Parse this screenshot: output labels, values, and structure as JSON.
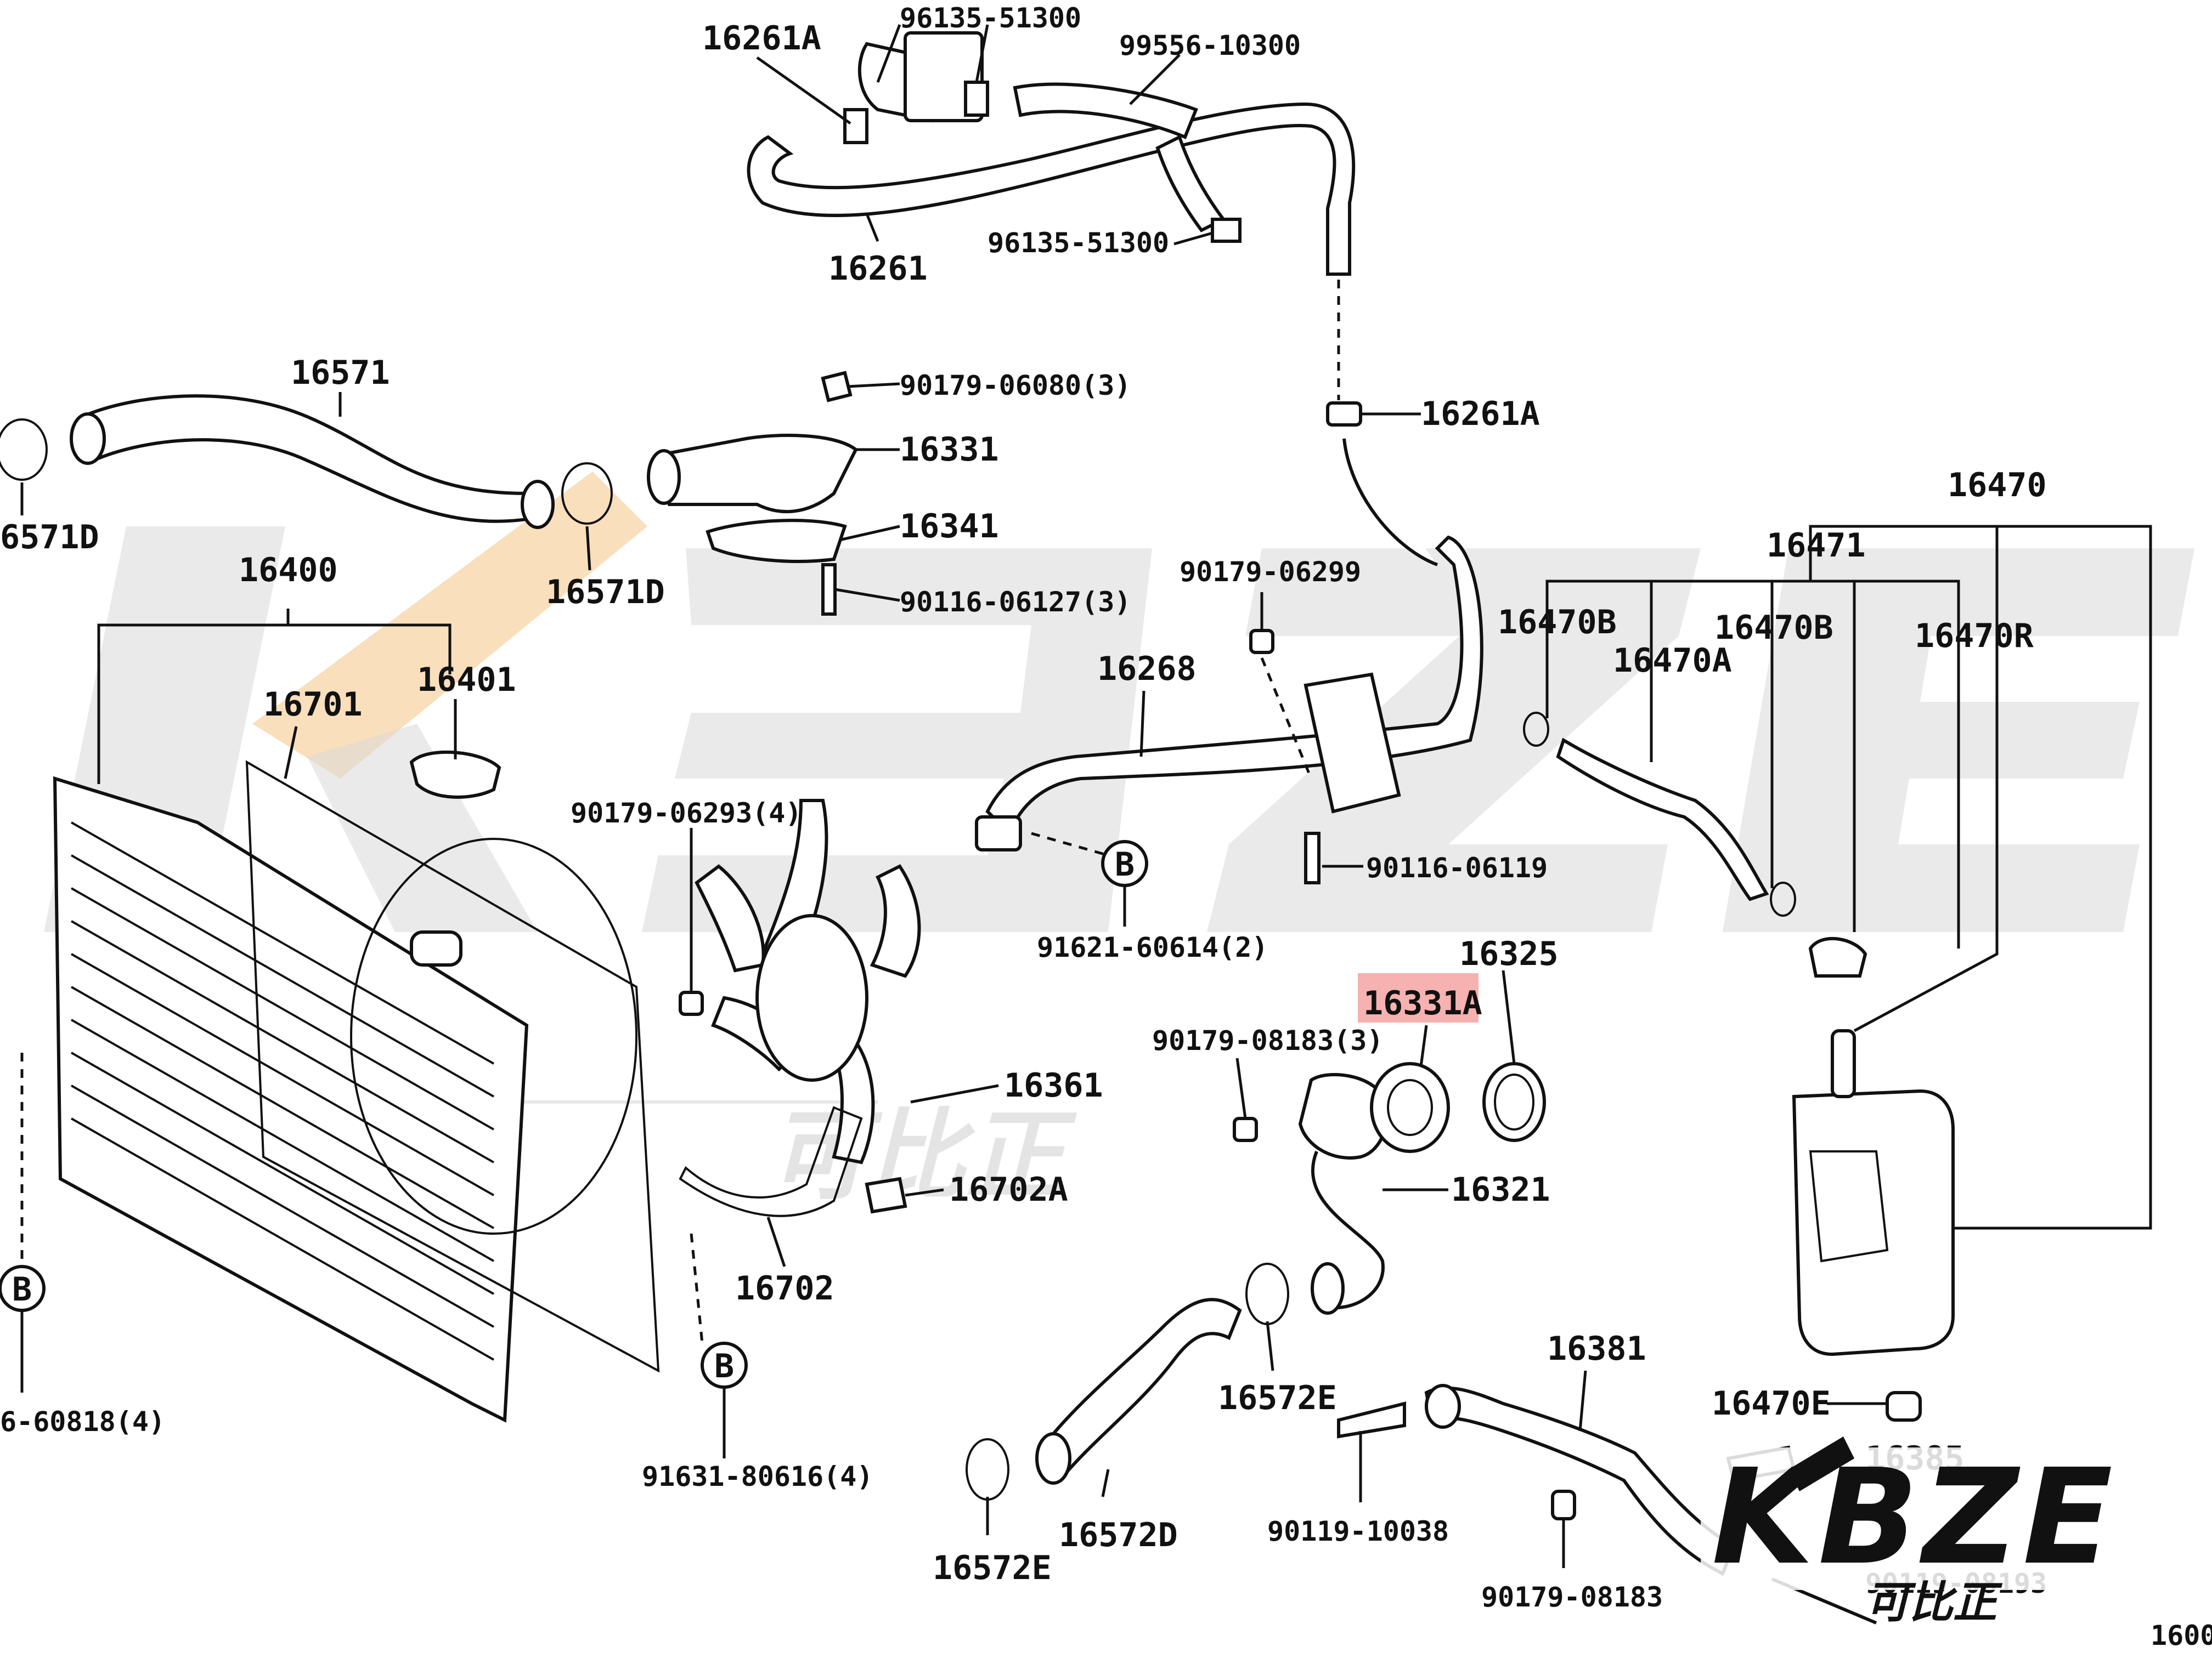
{
  "callouts": [
    {
      "id": "c_16261A_top",
      "text": "16261A"
    },
    {
      "id": "c_96135_51300_top",
      "text": "96135-51300"
    },
    {
      "id": "c_99556_10300",
      "text": "99556-10300"
    },
    {
      "id": "c_16261",
      "text": "16261"
    },
    {
      "id": "c_96135_51300_mid",
      "text": "96135-51300"
    },
    {
      "id": "c_16571",
      "text": "16571"
    },
    {
      "id": "c_90179_06080",
      "text": "90179-06080(3)"
    },
    {
      "id": "c_16331",
      "text": "16331"
    },
    {
      "id": "c_16261A_mid",
      "text": "16261A"
    },
    {
      "id": "c_16571D_left",
      "text": "6571D"
    },
    {
      "id": "c_16571D",
      "text": "16571D"
    },
    {
      "id": "c_16341",
      "text": "16341"
    },
    {
      "id": "c_90116_06127",
      "text": "90116-06127(3)"
    },
    {
      "id": "c_16400",
      "text": "16400"
    },
    {
      "id": "c_90179_06299",
      "text": "90179-06299"
    },
    {
      "id": "c_16470",
      "text": "16470"
    },
    {
      "id": "c_16471",
      "text": "16471"
    },
    {
      "id": "c_16470B_a",
      "text": "16470B"
    },
    {
      "id": "c_16470A",
      "text": "16470A"
    },
    {
      "id": "c_16470B_b",
      "text": "16470B"
    },
    {
      "id": "c_16470R",
      "text": "16470R"
    },
    {
      "id": "c_16701",
      "text": "16701"
    },
    {
      "id": "c_16401",
      "text": "16401"
    },
    {
      "id": "c_16268",
      "text": "16268"
    },
    {
      "id": "c_90179_06293",
      "text": "90179-06293(4)"
    },
    {
      "id": "c_90116_06119",
      "text": "90116-06119"
    },
    {
      "id": "c_91621_60614",
      "text": "91621-60614(2)"
    },
    {
      "id": "c_16325",
      "text": "16325"
    },
    {
      "id": "c_16331A",
      "text": "16331A"
    },
    {
      "id": "c_90179_08183_a",
      "text": "90179-08183(3)"
    },
    {
      "id": "c_16361",
      "text": "16361"
    },
    {
      "id": "c_16321",
      "text": "16321"
    },
    {
      "id": "c_16702A",
      "text": "16702A"
    },
    {
      "id": "c_16702",
      "text": "16702"
    },
    {
      "id": "c_16381",
      "text": "16381"
    },
    {
      "id": "c_16572E_mid",
      "text": "16572E"
    },
    {
      "id": "c_16470E",
      "text": "16470E"
    },
    {
      "id": "c_16385",
      "text": "16385"
    },
    {
      "id": "c_6_60818",
      "text": "6-60818(4)"
    },
    {
      "id": "c_91631_80616",
      "text": "91631-80616(4)"
    },
    {
      "id": "c_90119_10038",
      "text": "90119-10038"
    },
    {
      "id": "c_16572D",
      "text": "16572D"
    },
    {
      "id": "c_16572E_bottom",
      "text": "16572E"
    },
    {
      "id": "c_90179_08183_b",
      "text": "90179-08183"
    },
    {
      "id": "c_90119_08193",
      "text": "90119-08193"
    },
    {
      "id": "c_1600",
      "text": "1600"
    }
  ],
  "ref_markers": [
    {
      "id": "b_left",
      "text": "B"
    },
    {
      "id": "b_mid",
      "text": "B"
    },
    {
      "id": "b_bottom",
      "text": "B"
    }
  ],
  "highlight": {
    "part": "16331A",
    "color": "#f4a3a3"
  },
  "watermark": {
    "brand": "KBZE",
    "sub": "可比正",
    "gray": "#d9d9d9",
    "accent": "#f7c98f"
  },
  "logo": {
    "brand": "KBZE",
    "sub": "可比正",
    "color": "#111111"
  }
}
